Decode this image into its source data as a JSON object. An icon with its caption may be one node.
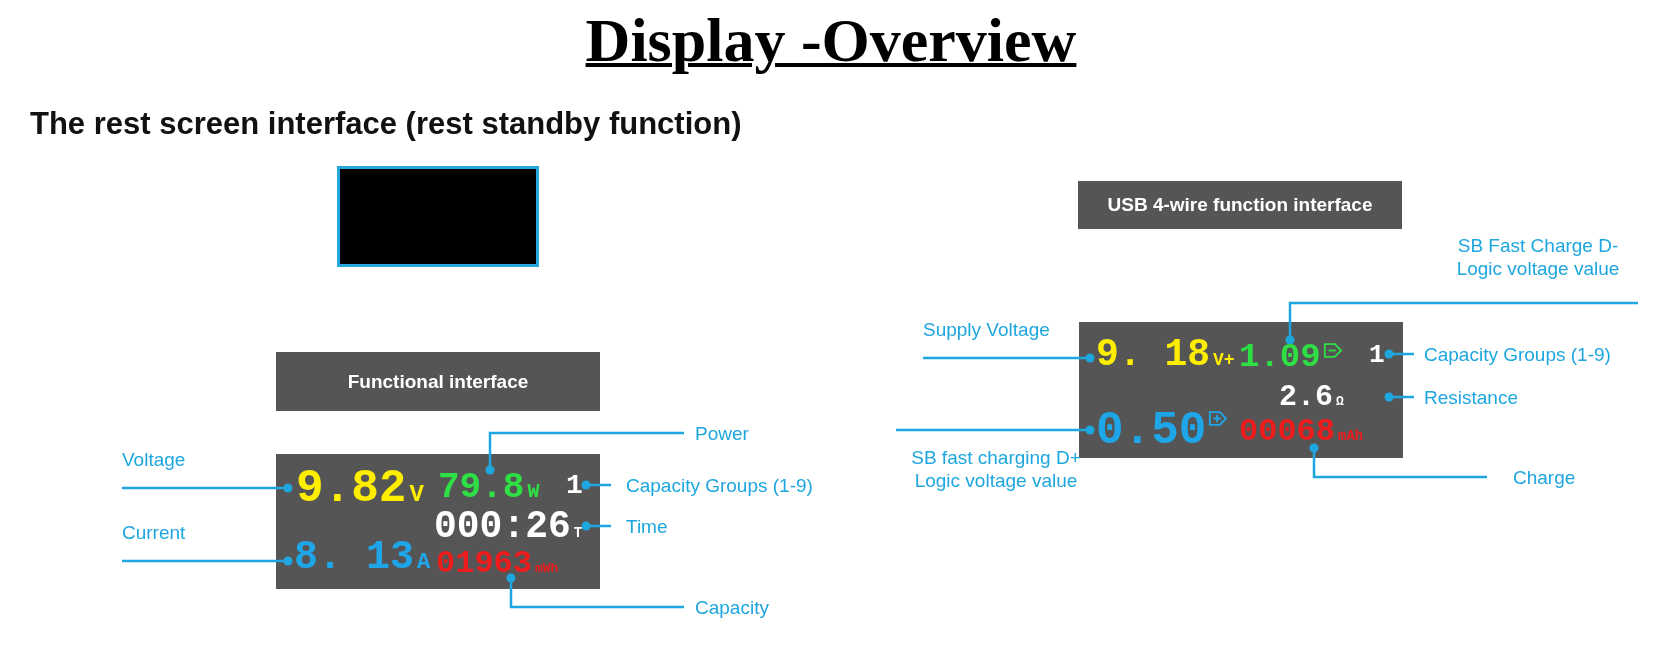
{
  "diagram": {
    "title": "Display -Overview",
    "nodes": [
      {
        "text": [
          "Functional interface"
        ]
      },
      {
        "text": [],
        "shape": "box"
      },
      {
        "text": [
          "9.82",
          "V"
        ],
        "in": 1
      },
      {
        "text": [
          "79.8",
          "W"
        ],
        "in": 1
      },
      {
        "text": [
          "1"
        ],
        "in": 1
      },
      {
        "text": [
          "000:26",
          "T"
        ],
        "in": 1
      },
      {
        "text": [
          "8. 13",
          "A"
        ],
        "in": 1
      },
      {
        "text": [
          "01963",
          "mWh"
        ],
        "in": 1
      },
      {
        "text": [
          "Voltage"
        ]
      },
      {
        "text": [
          "Current"
        ]
      },
      {
        "text": [
          "Power"
        ]
      },
      {
        "text": [
          "Capacity Groups (1-9)"
        ]
      },
      {
        "text": [
          "Time"
        ]
      },
      {
        "text": [
          "Capacity"
        ]
      },
      {
        "text": [
          "USB 4-wire function interface"
        ]
      },
      {
        "text": [],
        "shape": "box"
      },
      {
        "text": [
          "9. 18",
          "V+"
        ],
        "in": 15
      },
      {
        "text": [
          "1.09"
        ],
        "in": 15
      },
      {
        "text": [
          "1"
        ],
        "in": 15
      },
      {
        "text": [
          "2.6",
          "Ω"
        ],
        "in": 15
      },
      {
        "text": [
          "0.50"
        ],
        "in": 15
      },
      {
        "text": [
          "00068",
          "mAh"
        ],
        "in": 15
      },
      {
        "text": [
          "Supply Voltage"
        ]
      },
      {
        "text": [
          "SB fast charging D+ Logic voltage value"
        ]
      },
      {
        "text": [
          "SB Fast Charge D- Logic voltage value"
        ]
      },
      {
        "text": [
          "Capacity Groups (1-9)"
        ]
      },
      {
        "text": [
          "Resistance"
        ]
      },
      {
        "text": [
          "Charge"
        ]
      }
    ],
    "edges": [
      {
        "from": 8,
        "to": 2,
        "arrow": "other"
      },
      {
        "from": 9,
        "to": 6,
        "arrow": "other"
      },
      {
        "from": 10,
        "to": 3,
        "arrow": "other"
      },
      {
        "from": 11,
        "to": 4,
        "arrow": "other"
      },
      {
        "from": 12,
        "to": 5,
        "arrow": "other"
      },
      {
        "from": 13,
        "to": 7,
        "arrow": "other"
      },
      {
        "from": 22,
        "to": 16,
        "arrow": "other"
      },
      {
        "from": 23,
        "to": 20,
        "arrow": "other"
      },
      {
        "from": 24,
        "to": 17,
        "arrow": "other"
      },
      {
        "from": 25,
        "to": 18,
        "arrow": "other"
      },
      {
        "from": 26,
        "to": 19,
        "arrow": "other"
      },
      {
        "from": 27,
        "to": 21,
        "arrow": "other"
      }
    ],
    "labels": [
      "The rest screen interface (rest standby function)"
    ]
  }
}
